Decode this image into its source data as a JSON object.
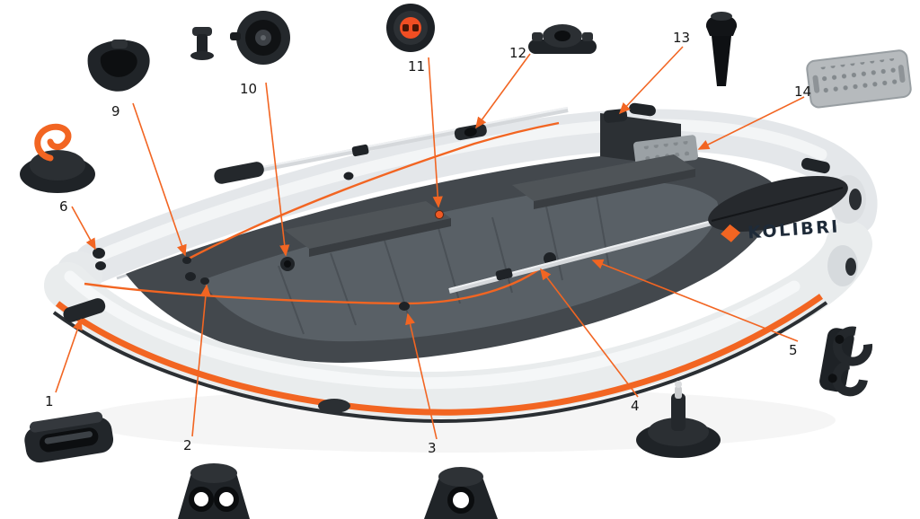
{
  "brand": {
    "logo_text": "KOLIBRI"
  },
  "colors": {
    "accent": "#F26522",
    "tube_gray": "#E9ECEE",
    "part_black": "#202428",
    "floor_dark": "#43484D"
  },
  "callouts": [
    {
      "label": "1",
      "icon": "carry-handle-icon"
    },
    {
      "label": "2",
      "icon": "double-eye-mount-icon"
    },
    {
      "label": "3",
      "icon": "single-eye-mount-icon"
    },
    {
      "label": "4",
      "icon": "rod-holder-base-icon"
    },
    {
      "label": "5",
      "icon": "oar-clamp-icon"
    },
    {
      "label": "6",
      "icon": "hook-mount-icon"
    },
    {
      "label": "9",
      "icon": "bow-handle-icon"
    },
    {
      "label": "10",
      "icon": "air-valve-icon"
    },
    {
      "label": "11",
      "icon": "valve-cap-icon"
    },
    {
      "label": "12",
      "icon": "oarlock-mount-icon"
    },
    {
      "label": "13",
      "icon": "stern-pin-icon"
    },
    {
      "label": "14",
      "icon": "motor-mount-plate-icon"
    }
  ]
}
